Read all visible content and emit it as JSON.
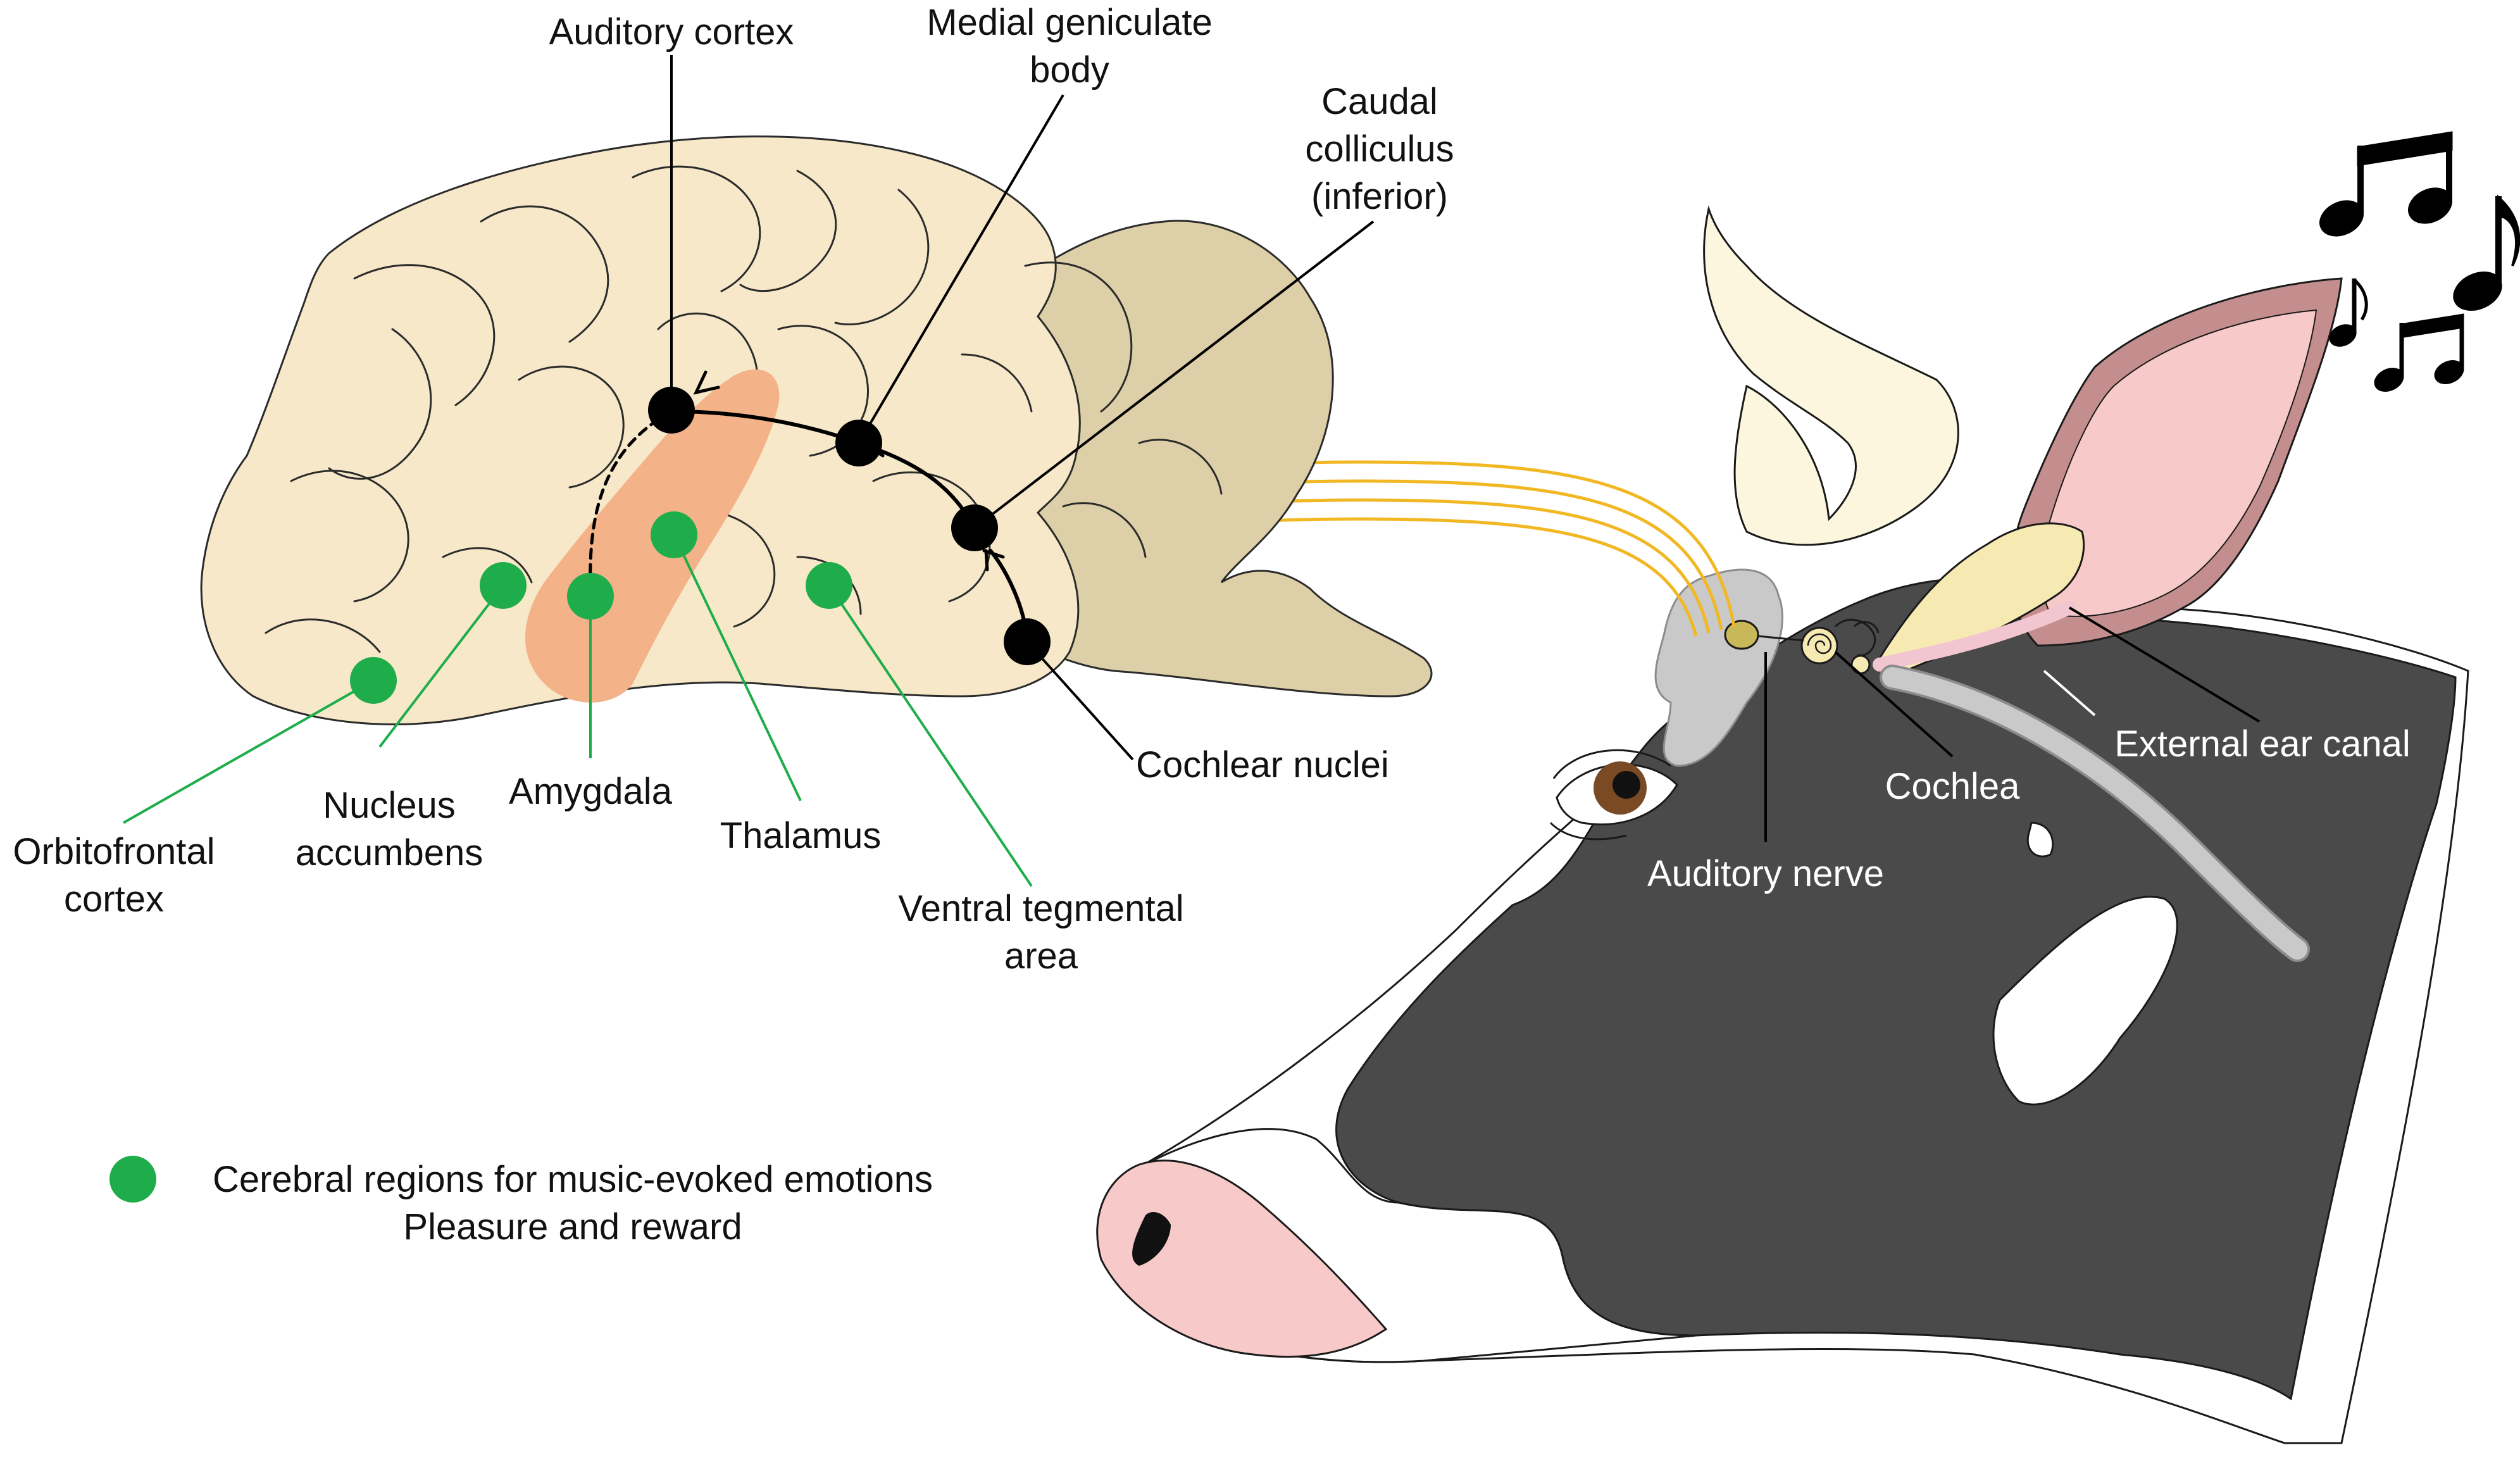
{
  "brain_labels": {
    "auditory_cortex": "Auditory cortex",
    "medial_geniculate_1": "Medial geniculate",
    "medial_geniculate_2": "body",
    "caudal_colliculus_1": "Caudal",
    "caudal_colliculus_2": "colliculus",
    "caudal_colliculus_3": "(inferior)",
    "cochlear_nuclei": "Cochlear nuclei",
    "orbitofrontal_1": "Orbitofrontal",
    "orbitofrontal_2": "cortex",
    "nucleus_accumbens_1": "Nucleus",
    "nucleus_accumbens_2": "accumbens",
    "amygdala": "Amygdala",
    "thalamus": "Thalamus",
    "vta_1": "Ventral tegmental",
    "vta_2": "area"
  },
  "ear_labels": {
    "auditory_nerve": "Auditory nerve",
    "cochlea": "Cochlea",
    "external_ear_canal": "External ear canal"
  },
  "legend": {
    "line1": "Cerebral regions for music-evoked emotions",
    "line2": "Pleasure and reward"
  },
  "colors": {
    "emotion_region": "#1fad4b",
    "auditory_node": "#000000",
    "auditory_pathway": "#f2b824",
    "cerebrum": "#f6e8c8",
    "cerebellum": "#ddcfa7",
    "cortex_strip": "#f3b288",
    "cow_black": "#4a4a4a",
    "cow_pink": "#f7c9c9",
    "horn": "#fbf6dd",
    "inner_ear_gray": "#c9c9c9"
  },
  "icons": [
    "music-notes-icon"
  ]
}
